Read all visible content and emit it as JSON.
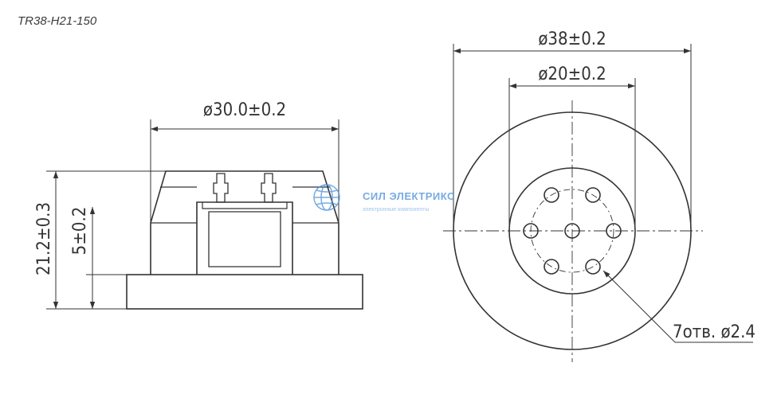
{
  "drawing": {
    "part_number": "TR38-H21-150",
    "colors": {
      "line": "#333333",
      "watermark": "#4a90d9"
    },
    "side_view": {
      "width_dim": "ø30.0±0.2",
      "height_dim": "21.2±0.3",
      "pin_height_dim": "5±0.2"
    },
    "top_view": {
      "outer_dim": "ø38±0.2",
      "inner_dim": "ø20±0.2",
      "holes_callout": "7отв. ø2.4",
      "hole_count": 7
    },
    "watermark": {
      "logo_icon": "globe-icon",
      "name": "СИЛ ЭЛЕКТРИКС",
      "tagline": "электронные компоненты"
    }
  }
}
